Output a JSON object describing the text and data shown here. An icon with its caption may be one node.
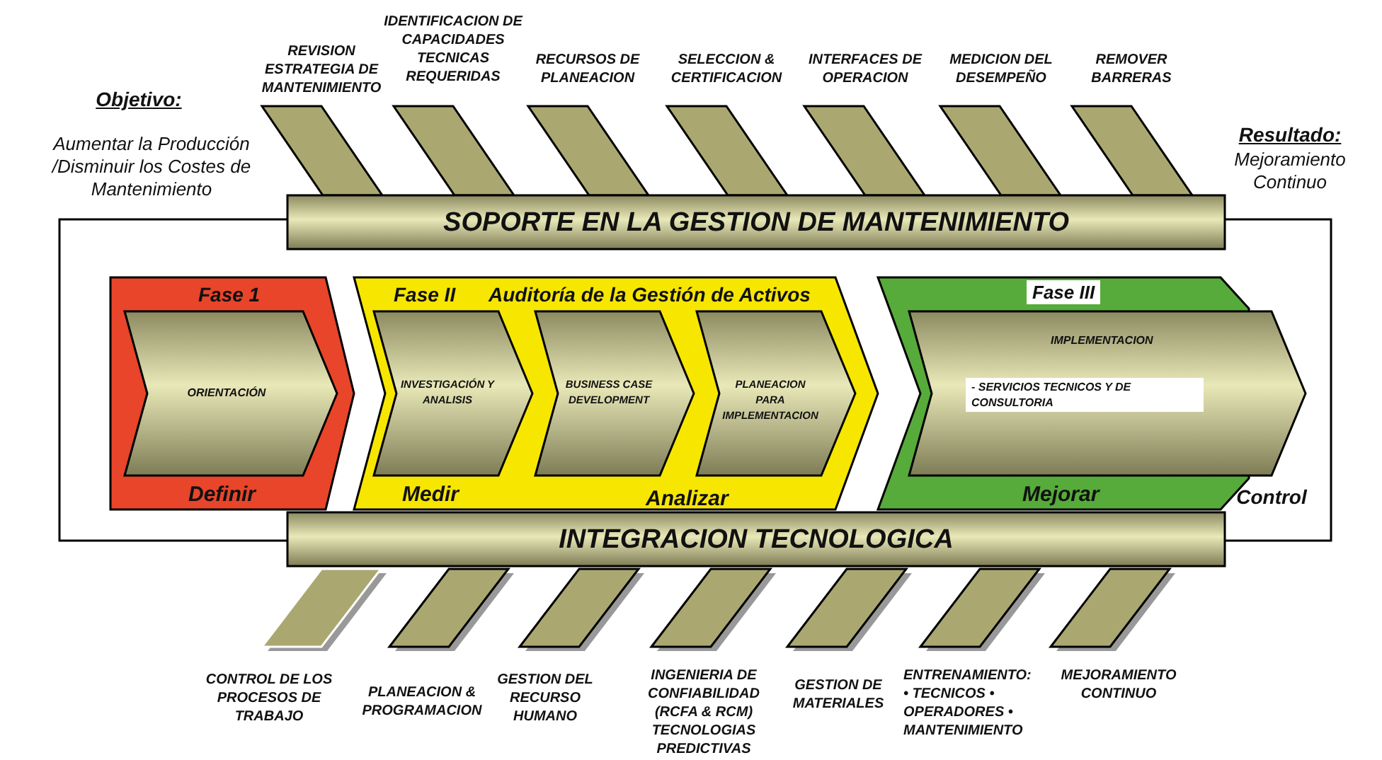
{
  "diagram": {
    "nodes": [
      {
        "text": [],
        "shape": "bar",
        "beside": [
          "REVISION ESTRATEGIA DE MANTENIMIENTO"
        ]
      },
      {
        "text": [],
        "shape": "bar",
        "beside": [
          "IDENTIFICACION DE CAPACIDADES TECNICAS REQUERIDAS"
        ]
      },
      {
        "text": [],
        "shape": "bar",
        "beside": [
          "RECURSOS DE PLANEACION"
        ]
      },
      {
        "text": [],
        "shape": "bar",
        "beside": [
          "SELECCION & CERTIFICACION"
        ]
      },
      {
        "text": [],
        "shape": "bar",
        "beside": [
          "INTERFACES DE OPERACION"
        ]
      },
      {
        "text": [],
        "shape": "bar",
        "beside": [
          "MEDICION DEL DESEMPEÑO"
        ]
      },
      {
        "text": [],
        "shape": "bar",
        "beside": [
          "REMOVER BARRERAS"
        ]
      },
      {
        "text": [
          "SOPORTE EN LA GESTION DE MANTENIMIENTO"
        ]
      },
      {
        "text": [
          "Fase 1",
          "Definir"
        ]
      },
      {
        "text": [
          "ORIENTACIÓN"
        ],
        "in": 8
      },
      {
        "text": [
          "Fase II",
          "Auditoría de la Gestión de Activos",
          "Medir",
          "Analizar"
        ]
      },
      {
        "text": [
          "INVESTIGACIÓN Y ANALISIS"
        ],
        "in": 10
      },
      {
        "text": [
          "BUSINESS CASE DEVELOPMENT"
        ],
        "in": 10
      },
      {
        "text": [
          "PLANEACION PARA IMPLEMENTACION"
        ],
        "in": 10
      },
      {
        "text": [
          "Fase III",
          "Mejorar"
        ]
      },
      {
        "text": [
          "IMPLEMENTACION",
          "- SERVICIOS TECNICOS Y DE CONSULTORIA"
        ],
        "in": 14
      },
      {
        "text": [
          "INTEGRACION TECNOLOGICA"
        ]
      },
      {
        "text": [],
        "shape": "bar",
        "beside": [
          "CONTROL DE LOS PROCESOS DE TRABAJO"
        ]
      },
      {
        "text": [],
        "shape": "bar",
        "beside": [
          "PLANEACION & PROGRAMACION"
        ]
      },
      {
        "text": [],
        "shape": "bar",
        "beside": [
          "GESTION DEL RECURSO HUMANO"
        ]
      },
      {
        "text": [],
        "shape": "bar",
        "beside": [
          "INGENIERIA DE CONFIABILIDAD (RCFA & RCM) TECNOLOGIAS PREDICTIVAS"
        ]
      },
      {
        "text": [],
        "shape": "bar",
        "beside": [
          "GESTION DE MATERIALES"
        ]
      },
      {
        "text": [],
        "shape": "bar",
        "beside": [
          "ENTRENAMIENTO: • TECNICOS • OPERADORES • MANTENIMIENTO"
        ]
      },
      {
        "text": [],
        "shape": "bar",
        "beside": [
          "MEJORAMIENTO CONTINUO"
        ]
      }
    ],
    "edges": [],
    "labels": [
      "Objetivo:",
      "Aumentar la Producción /Disminuir los Costes de Mantenimiento",
      "Resultado:",
      "Mejoramiento Continuo",
      "Control"
    ]
  }
}
